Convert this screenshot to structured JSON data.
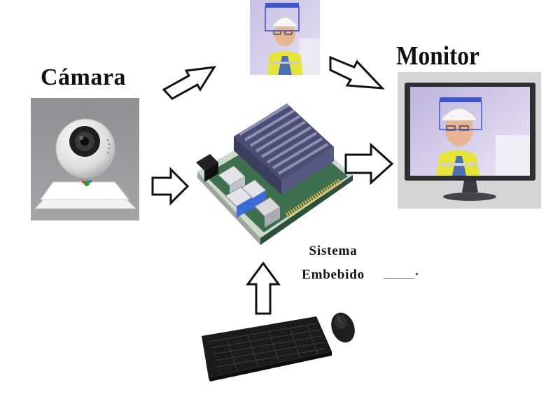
{
  "labels": {
    "camera": "Cámara",
    "monitor": "Monitor",
    "system_line1": "Sistema",
    "system_line2": "Embebido"
  },
  "icons": {
    "camera": "webcam-icon",
    "board": "embedded-board-icon",
    "monitor": "monitor-icon",
    "keyboard": "keyboard-icon",
    "mouse": "mouse-icon",
    "detection": "detection-frame-icon"
  },
  "colors": {
    "arrow_stroke": "#111111",
    "arrow_fill": "#ffffff",
    "heatsink": "#5b5f86",
    "board_green": "#3e6f4e",
    "monitor_frame": "#2f2f33",
    "vest_yellow": "#e6e33a",
    "detection_box": "#3d56c9"
  }
}
